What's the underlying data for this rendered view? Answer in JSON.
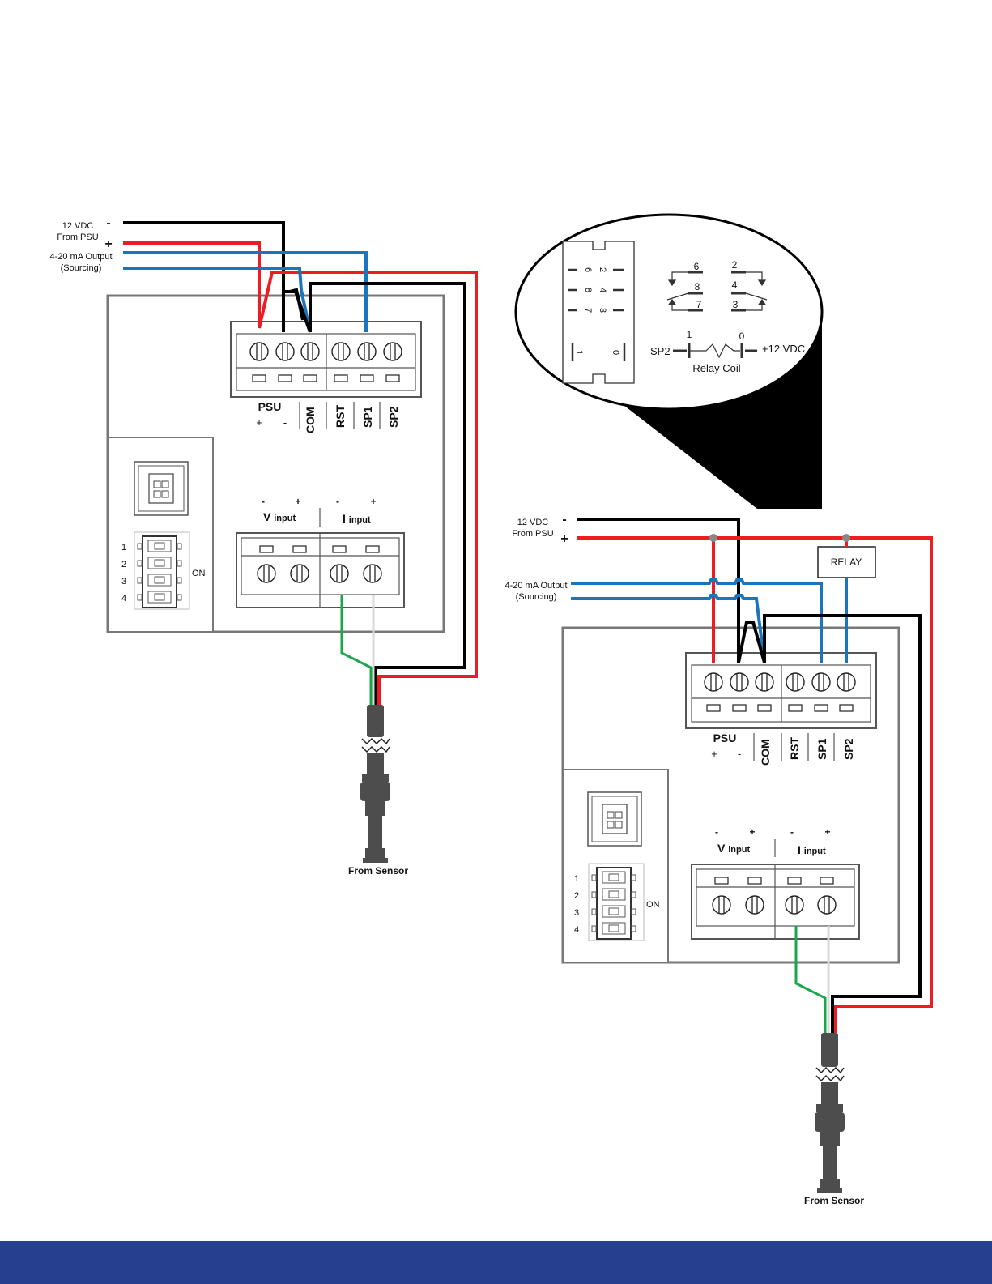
{
  "colors": {
    "positive_wire": "#ed1c24",
    "negative_wire": "#000000",
    "signal_wire": "#1b75bc",
    "sensor_green": "#1aa64a",
    "sensor_white": "#d8d8d8",
    "cable": "#4d4d4d",
    "footer": "#26408f"
  },
  "power": {
    "line1": "12 VDC",
    "line2": "From PSU",
    "minus": "-",
    "plus": "+"
  },
  "analog_output": {
    "line1": "4-20 mA Output",
    "line2": "(Sourcing)"
  },
  "terminals": {
    "psu": "PSU",
    "plus": "+",
    "minus": "-",
    "com": "COM",
    "rst": "RST",
    "sp1": "SP1",
    "sp2": "SP2"
  },
  "inputs": {
    "v_big": "V",
    "v_small": "input",
    "i_big": "I",
    "i_small": "input",
    "minus": "-",
    "plus": "+"
  },
  "dip": {
    "positions": [
      "1",
      "2",
      "3",
      "4"
    ],
    "on_label": "ON"
  },
  "sensor_label": "From Sensor",
  "relay_detail": {
    "socket_pins": [
      "2",
      "4",
      "3",
      "6",
      "8",
      "7",
      "1",
      "0"
    ],
    "contact_6": "6",
    "contact_8": "8",
    "contact_7": "7",
    "contact_2": "2",
    "contact_4": "4",
    "contact_3": "3",
    "coil_pin_1": "1",
    "coil_pin_0": "0",
    "sp2": "SP2",
    "supply": "+12 VDC",
    "coil_label": "Relay Coil"
  },
  "relay_box": "RELAY"
}
